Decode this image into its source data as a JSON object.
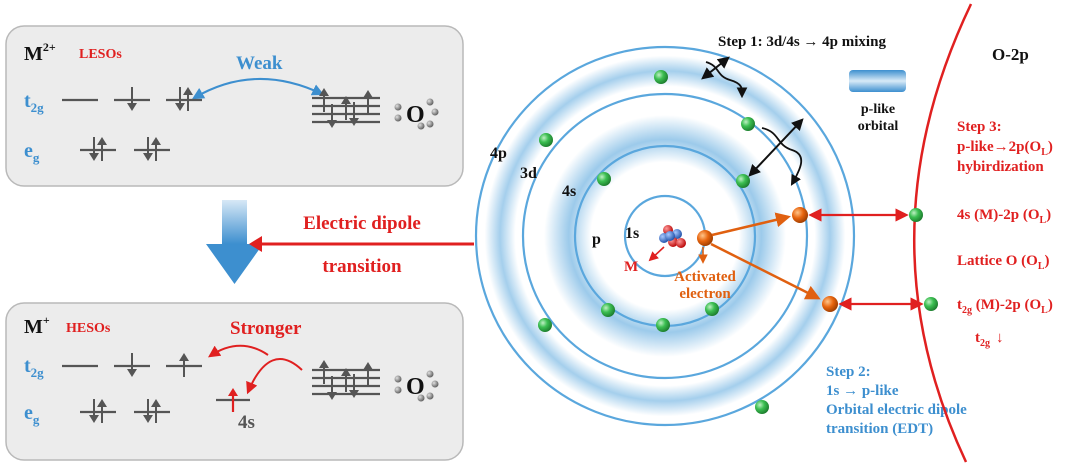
{
  "colors": {
    "blue": "#3d8fcf",
    "red": "#e02020",
    "orange": "#e06010",
    "black": "#111111",
    "gray": "#555555",
    "panel_bg": "#ececec",
    "panel_border": "#b9b9b9",
    "orbit": "#5aa7dd",
    "green": "#2eaa46"
  },
  "top_panel": {
    "ion": "M",
    "ion_charge": "2+",
    "state_label": "LESOs",
    "interaction_label": "Weak",
    "t_label": "t",
    "t_sub": "2g",
    "e_label": "e",
    "e_sub": "g",
    "oxygen": "O"
  },
  "bottom_panel": {
    "ion": "M",
    "ion_charge": "+",
    "state_label": "HESOs",
    "interaction_label": "Stronger",
    "t_label": "t",
    "t_sub": "2g",
    "e_label": "e",
    "e_sub": "g",
    "orbital_4s": "4s",
    "oxygen": "O"
  },
  "transition": {
    "line1": "Electric dipole",
    "line2": "transition"
  },
  "atom": {
    "shell_labels": {
      "s1": "1s",
      "p": "p",
      "s4": "4s",
      "d3": "3d",
      "p4": "4p"
    },
    "nucleus_label": "M",
    "electron_line1": "Activated",
    "electron_line2": "electron"
  },
  "legend": {
    "line1": "p-like",
    "line2": "orbital"
  },
  "steps": {
    "step1": "Step 1: 3d/4s → 4p mixing",
    "step2_line1": "Step 2:",
    "step2_line2": "1s → p-like",
    "step2_line3": "Orbital electric dipole",
    "step2_line4": "transition (EDT)",
    "step3_line1": "Step 3:",
    "step3_line2_a": "p-like→2p(O",
    "step3_line2_sub": "L",
    "step3_line2_b": ")",
    "step3_line3": "hybirdization"
  },
  "right_labels": {
    "o2p": "O-2p",
    "hyb1_a": "4s (M)-2p (O",
    "hyb1_sub": "L",
    "hyb1_b": ")",
    "lattice_a": "Lattice O (O",
    "lattice_sub": "L",
    "lattice_b": ")",
    "hyb2_t": "t",
    "hyb2_tsub": "2g",
    "hyb2_a": " (M)-2p (O",
    "hyb2_sub": "L",
    "hyb2_b": ")",
    "t2g_t": "t",
    "t2g_sub": "2g",
    "t2g_arrow": "↓"
  }
}
